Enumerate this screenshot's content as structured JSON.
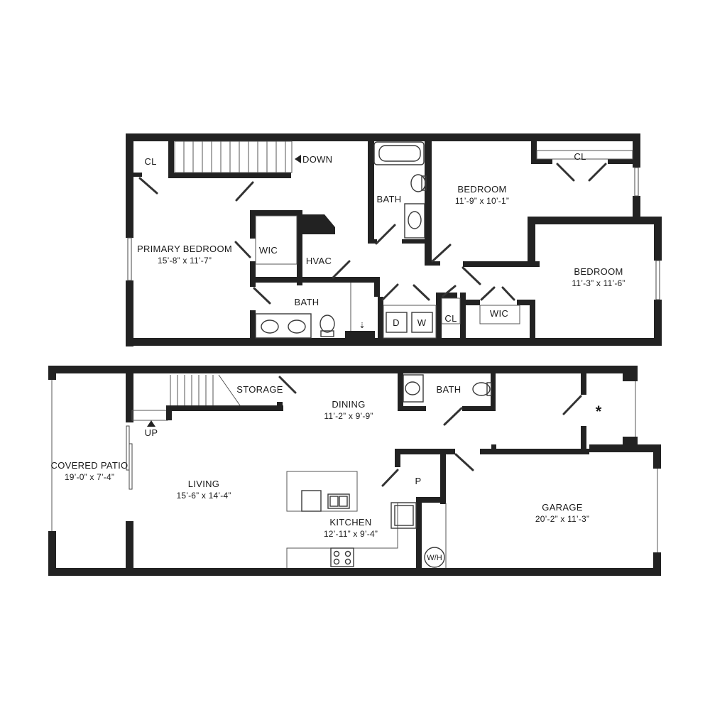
{
  "upper_floor": {
    "rooms": {
      "closet_primary": "CL",
      "down_label": "DOWN",
      "bath_upper": "BATH",
      "bedroom2_name": "BEDROOM",
      "bedroom2_dim": "11’-9” x 10’-1”",
      "closet_bed2": "CL",
      "primary_name": "PRIMARY BEDROOM",
      "primary_dim": "15’-8” x 11’-7”",
      "wic_primary": "WIC",
      "hvac": "HVAC",
      "bedroom3_name": "BEDROOM",
      "bedroom3_dim": "11’-3” x 11’-6”",
      "bath_primary": "BATH",
      "dryer": "D",
      "washer": "W",
      "closet_hall": "CL",
      "wic_bed3": "WIC"
    }
  },
  "lower_floor": {
    "rooms": {
      "storage": "STORAGE",
      "dining_name": "DINING",
      "dining_dim": "11’-2” x 9’-9”",
      "bath_half": "BATH",
      "utility_symbol": "*",
      "up_label": "UP",
      "patio_name": "COVERED PATIO",
      "patio_dim": "19’-0” x 7’-4”",
      "living_name": "LIVING",
      "living_dim": "15’-6” x 14’-4”",
      "pantry": "P",
      "garage_name": "GARAGE",
      "garage_dim": "20’-2” x 11’-3”",
      "kitchen_name": "KITCHEN",
      "kitchen_dim": "12’-11” x 9’-4”",
      "water_heater": "W/H"
    }
  },
  "colors": {
    "wall": "#222222",
    "background": "#ffffff"
  }
}
